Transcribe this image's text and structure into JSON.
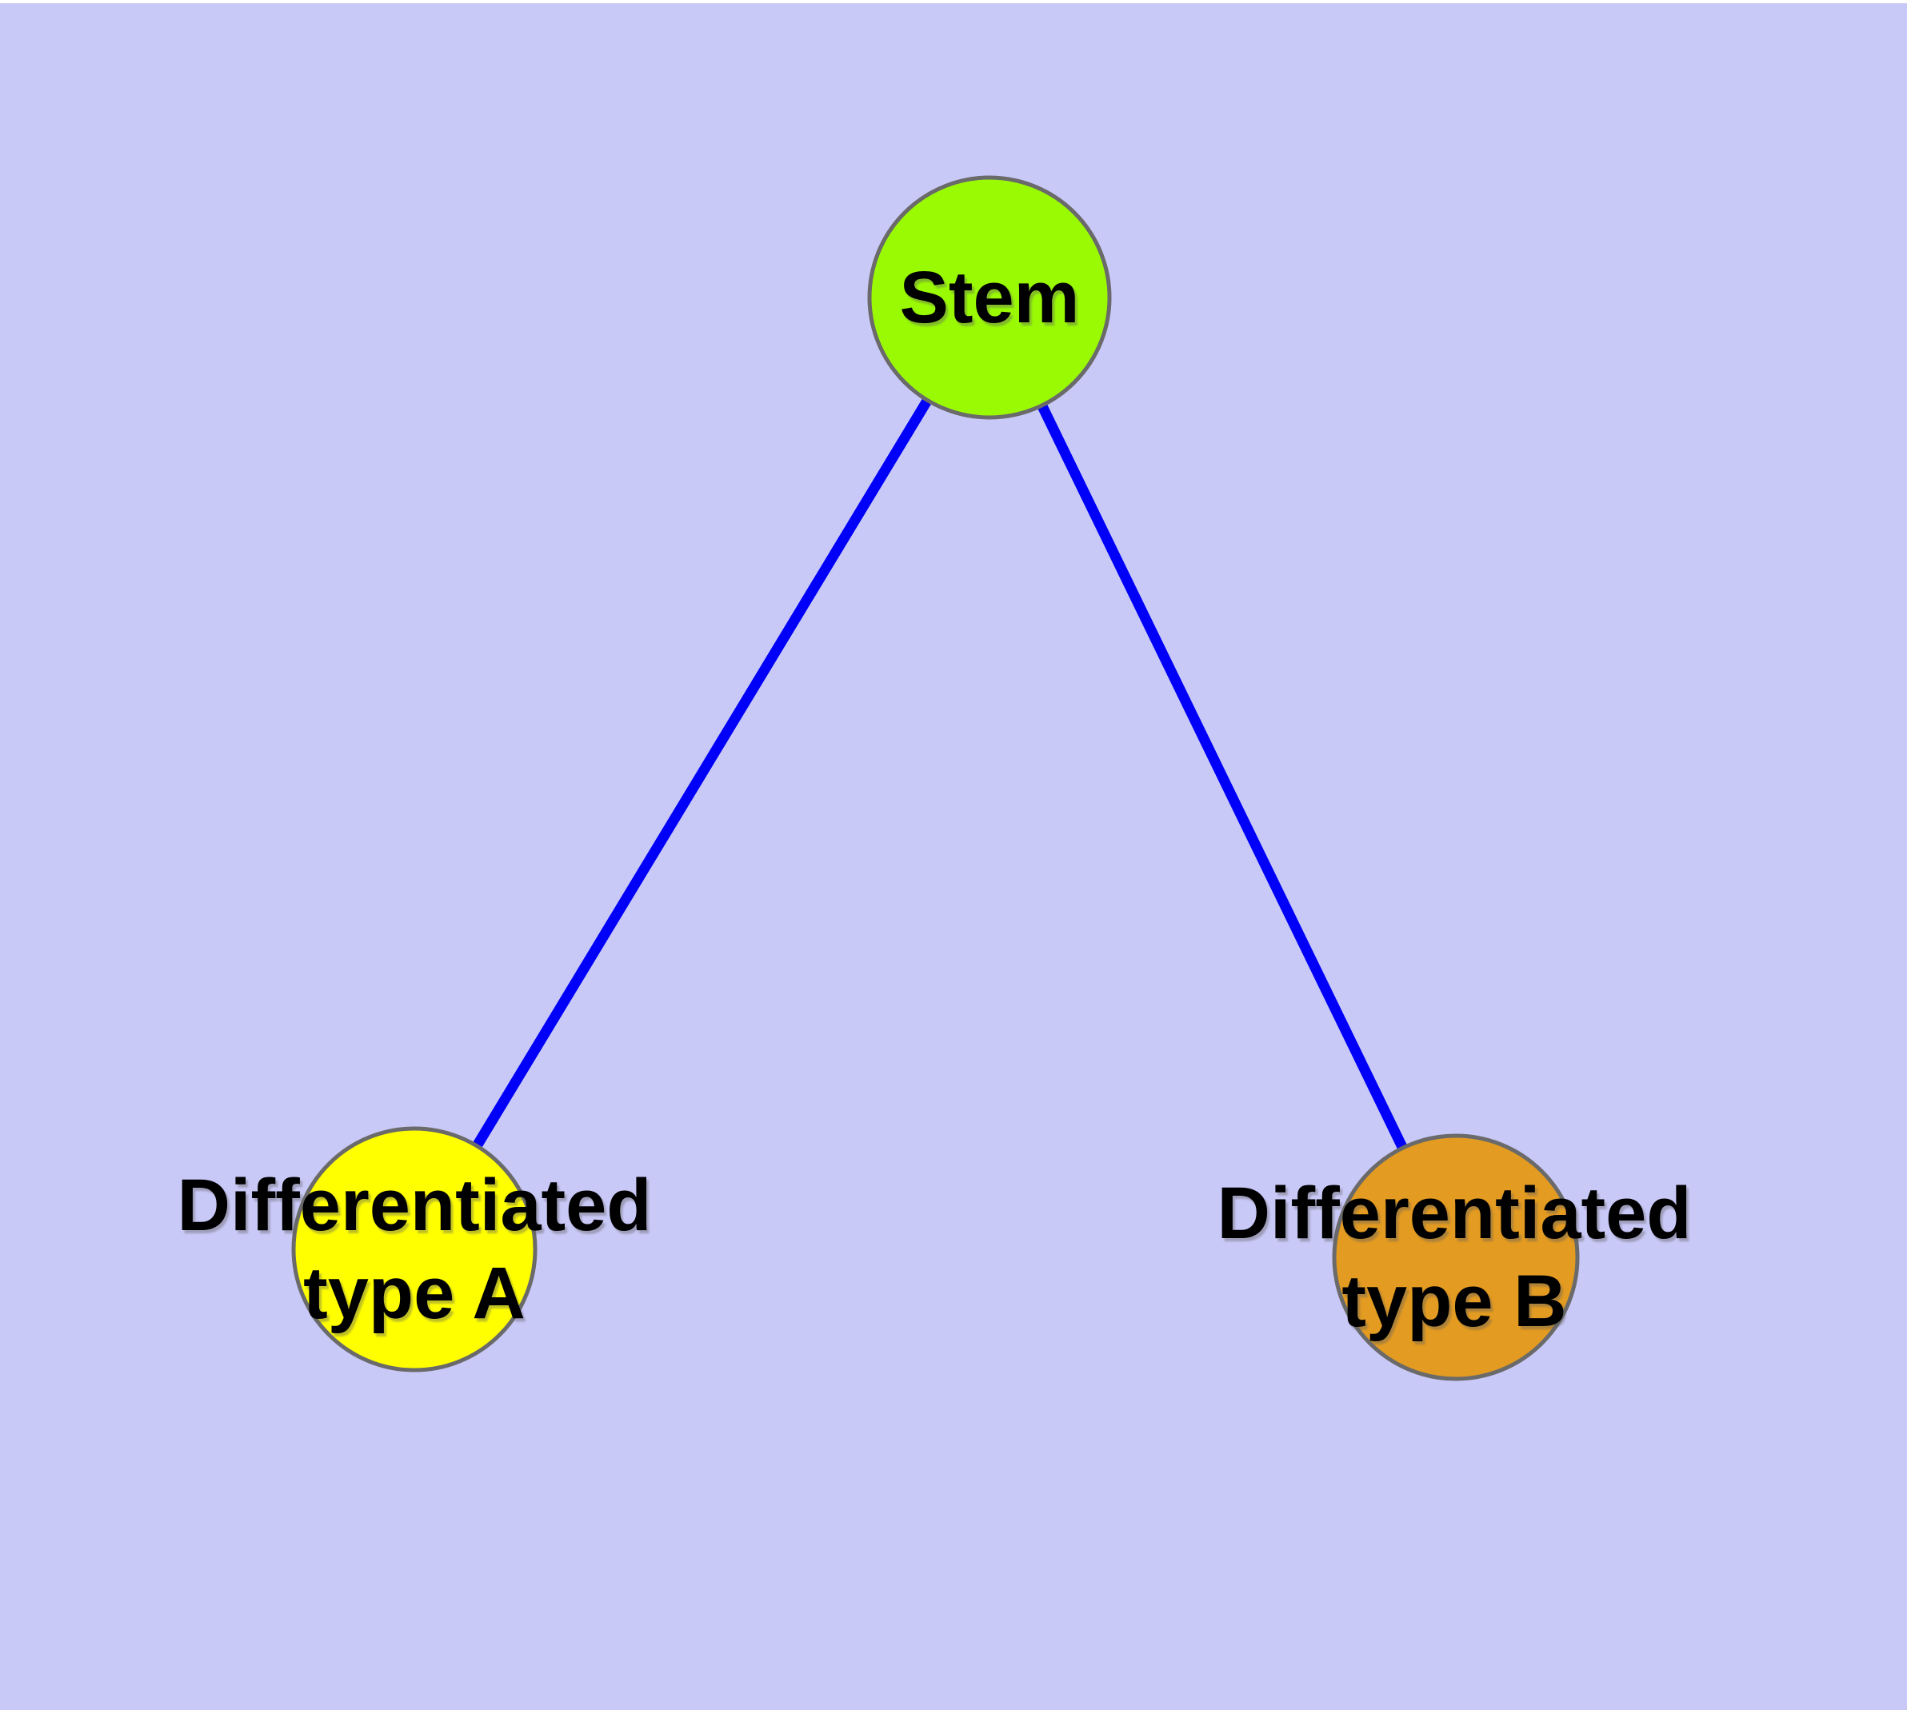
{
  "diagram": {
    "type": "node-link-graph",
    "background_color": "#c9c9f8",
    "edge_color": "#0000f8",
    "node_border_color": "#6a6a6a",
    "label_color": "#000000",
    "nodes": [
      {
        "id": "stem",
        "label": "Stem",
        "label_line1": "Stem",
        "label_line2": "",
        "fill": "#9afa04"
      },
      {
        "id": "type-a",
        "label": "Differentiated type A",
        "label_line1": "Differentiated",
        "label_line2": "type A",
        "fill": "#ffff00"
      },
      {
        "id": "type-b",
        "label": "Differentiated type B",
        "label_line1": "Differentiated",
        "label_line2": "type B",
        "fill": "#e39b21"
      }
    ],
    "edges": [
      {
        "from": "stem",
        "to": "type-a"
      },
      {
        "from": "stem",
        "to": "type-b"
      }
    ]
  }
}
